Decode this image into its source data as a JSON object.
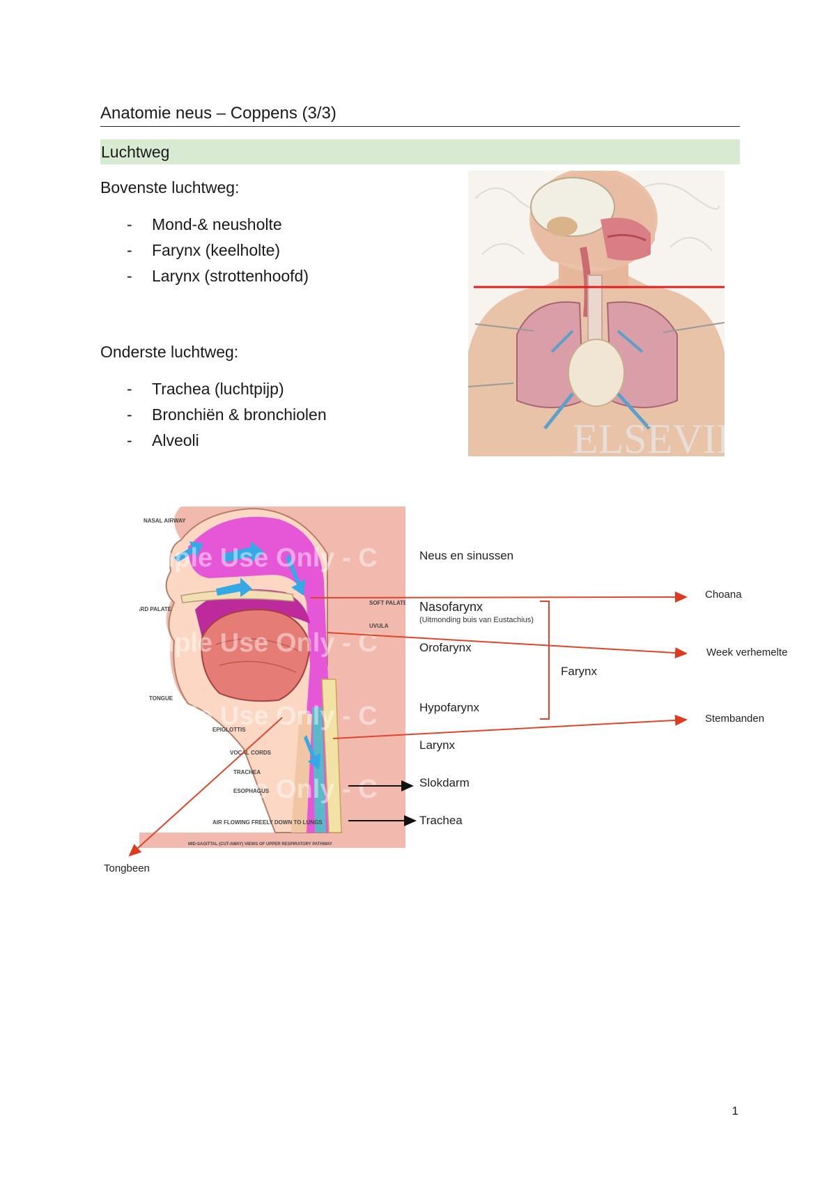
{
  "header": {
    "title": "Anatomie neus – Coppens (3/3)"
  },
  "section": {
    "heading": "Luchtweg"
  },
  "upper": {
    "heading": "Bovenste luchtweg:",
    "items": [
      "Mond-& neusholte",
      "Farynx (keelholte)",
      "Larynx (strottenhoofd)"
    ]
  },
  "lower": {
    "heading": "Onderste luchtweg:",
    "items": [
      "Trachea (luchtpijp)",
      "Bronchiën & bronchiolen",
      "Alveoli"
    ]
  },
  "torso_figure": {
    "watermark": "ELSEVIER"
  },
  "sagittal_figure": {
    "watermark": "Sample Use Only - C",
    "inner_labels": {
      "nasal_airway": "NASAL AIRWAY",
      "hard_palate": "HARD PALATE",
      "soft_palate": "SOFT PALATE",
      "uvula": "UVULA",
      "tongue": "TONGUE",
      "epiglottis": "EPIGLOTTIS",
      "vocal_cords": "VOCAL CORDS",
      "trachea": "TRACHEA",
      "esophagus": "ESOPHAGUS",
      "air_flow": "AIR FLOWING FREELY DOWN TO LUNGS",
      "caption": "MID-SAGITTAL (CUT-AWAY) VIEWS OF UPPER RESPIRATORY PATHWAY"
    },
    "labels": {
      "neus": "Neus en sinussen",
      "nasofarynx": "Nasofarynx",
      "nasofarynx_note": "(Uitmonding buis van Eustachius)",
      "orofarynx": "Orofarynx",
      "farynx": "Farynx",
      "hypofarynx": "Hypofarynx",
      "larynx": "Larynx",
      "slokdarm": "Slokdarm",
      "trachea": "Trachea",
      "choana": "Choana",
      "week": "Week verhemelte",
      "stembanden": "Stembanden",
      "tongbeen": "Tongbeen"
    }
  },
  "footer": {
    "page_number": "1"
  }
}
